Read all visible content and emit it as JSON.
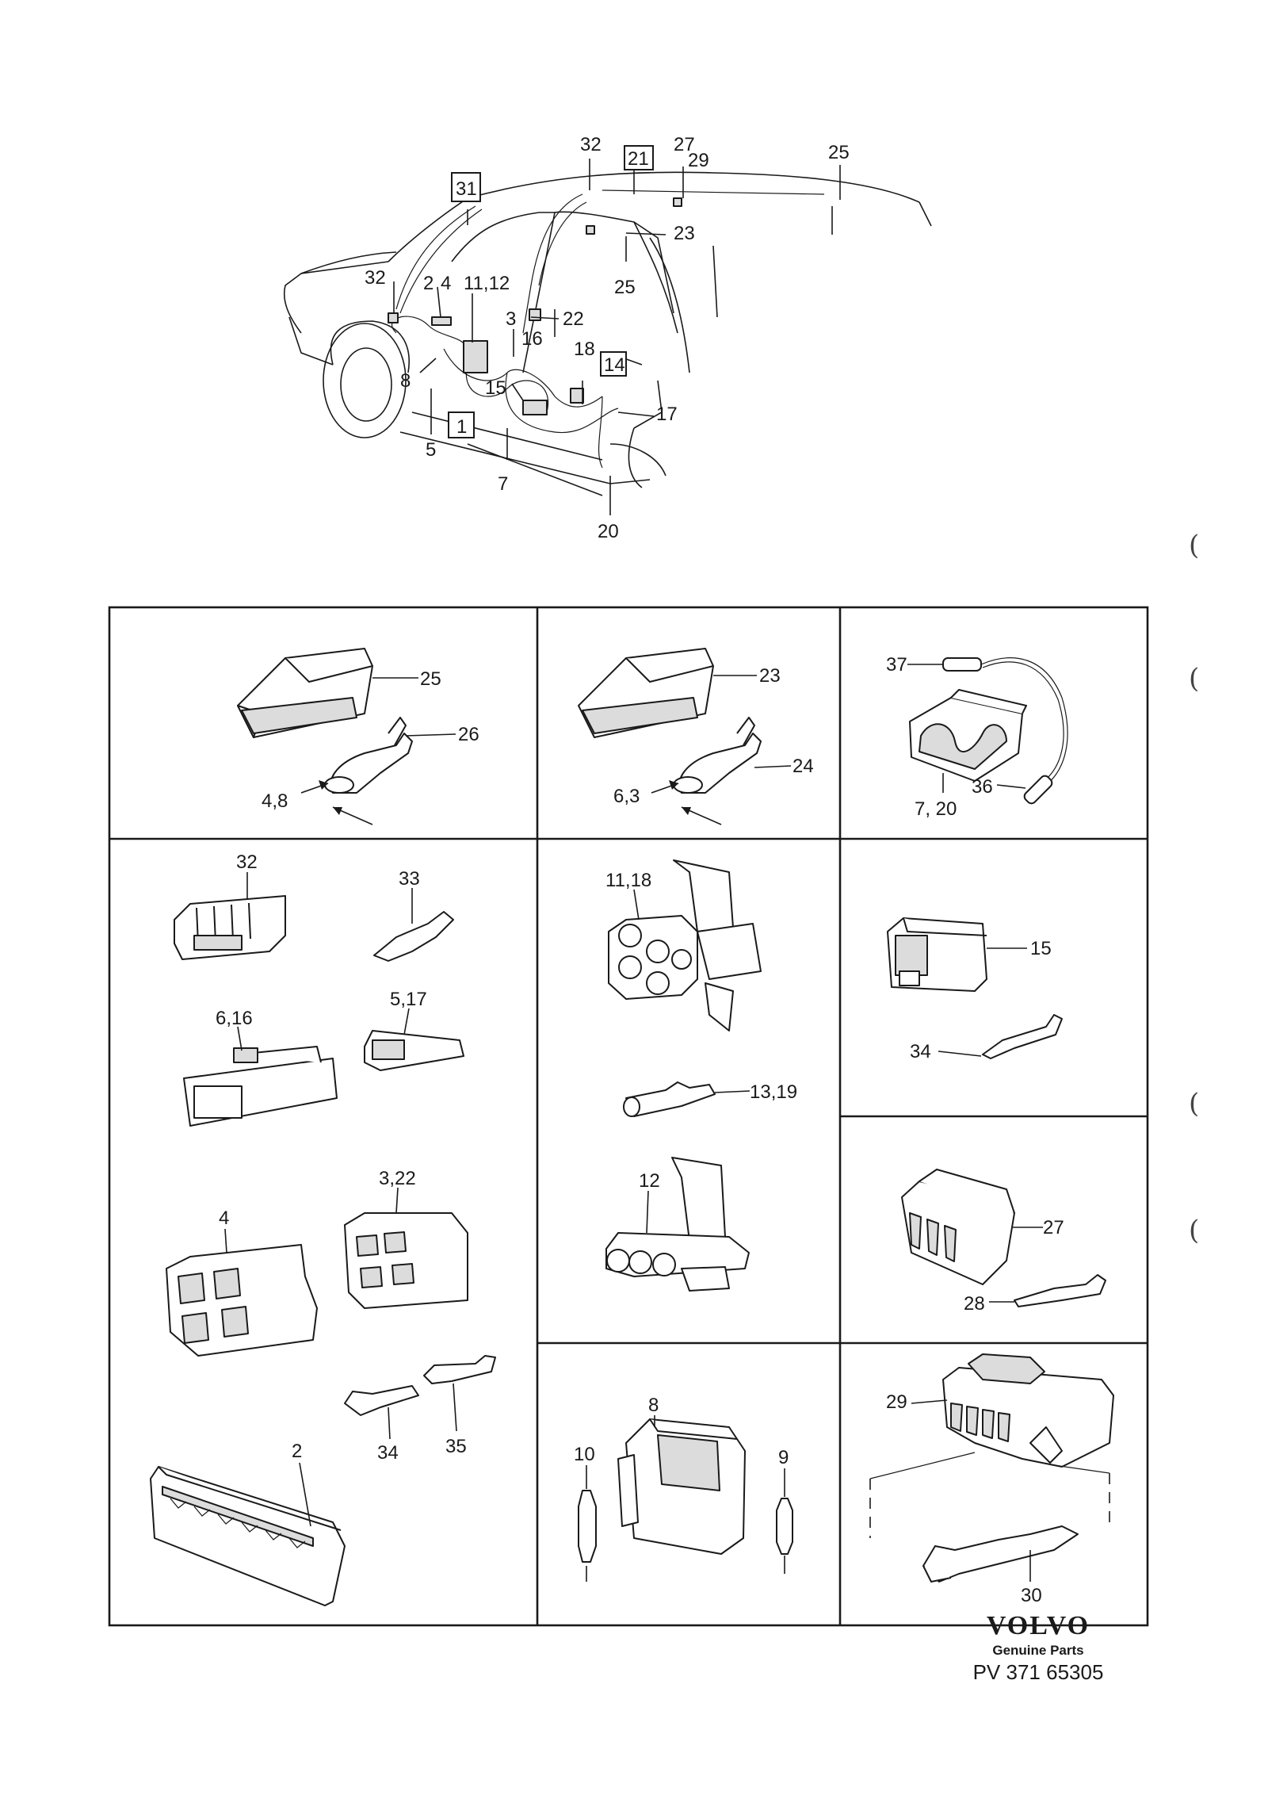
{
  "callouts": {
    "car": [
      "32",
      "21",
      "27",
      "29",
      "25",
      "31",
      "23",
      "25",
      "32",
      "2",
      "4",
      "11,12",
      "3",
      "22",
      "16",
      "18",
      "14",
      "8",
      "15",
      "17",
      "1",
      "5",
      "7",
      "20"
    ],
    "boxed": [
      "31",
      "21",
      "14",
      "1"
    ],
    "panels": {
      "p1": [
        "25",
        "26",
        "4,8"
      ],
      "p2": [
        "23",
        "24",
        "6,3"
      ],
      "p3": [
        "37",
        "36",
        "7, 20"
      ],
      "p4": [
        "32",
        "33",
        "6,16",
        "5,17",
        "4",
        "3,22",
        "34",
        "35",
        "2"
      ],
      "p5": [
        "11,18",
        "13,19",
        "12"
      ],
      "p6": [
        "15",
        "34"
      ],
      "p7": [
        "27",
        "28"
      ],
      "p8": [
        "8",
        "10",
        "9"
      ],
      "p9": [
        "29",
        "30"
      ]
    }
  },
  "footer": {
    "logo": "VOLVO",
    "tagline": "Genuine Parts",
    "code": "PV 371 65305"
  }
}
